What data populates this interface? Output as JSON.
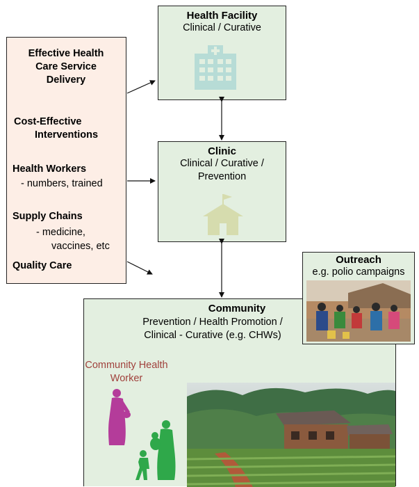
{
  "left_panel": {
    "items": [
      {
        "text": "Effective Health\nCare Service\nDelivery"
      },
      {
        "text": "Cost-Effective\nInterventions"
      },
      {
        "text": "Health Workers",
        "sub": "- numbers, trained"
      },
      {
        "text": "Supply Chains",
        "sub": "- medicine,\nvaccines, etc"
      },
      {
        "text": "Quality Care"
      }
    ]
  },
  "health_facility": {
    "title": "Health Facility",
    "subtitle": "Clinical / Curative",
    "icon": "hospital-icon"
  },
  "clinic": {
    "title": "Clinic",
    "subtitle_1": "Clinical / Curative /",
    "subtitle_2": "Prevention",
    "icon": "school-house-icon"
  },
  "outreach": {
    "title": "Outreach",
    "subtitle": "e.g. polio campaigns"
  },
  "community": {
    "title": "Community",
    "subtitle_1": "Prevention / Health Promotion /",
    "subtitle_2": "Clinical - Curative (e.g. CHWs)",
    "chw_label_1": "Community Health",
    "chw_label_2": "Worker"
  },
  "colors": {
    "box_green": "#e3efe0",
    "box_peach": "#fdeee6",
    "chw_text": "#a0413c",
    "chw_figure": "#b43c9a",
    "family_figure": "#2fa84a",
    "icon_hospital": "#b7dcd6",
    "icon_house": "#d6dcae"
  }
}
